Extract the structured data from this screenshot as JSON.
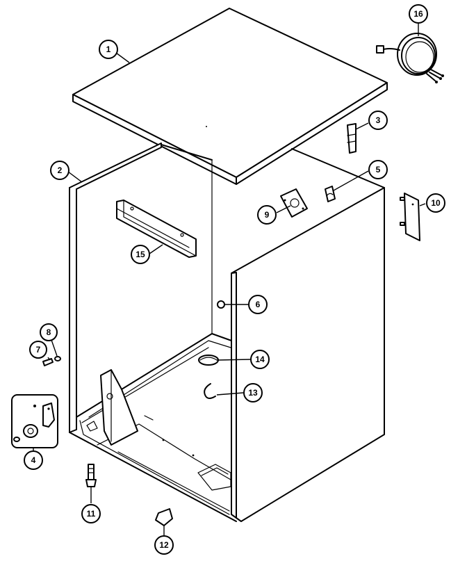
{
  "callouts": {
    "top_panel": "1",
    "cabinet": "2",
    "clip_3": "3",
    "leveling_leg_assembly": "4",
    "clip_5": "5",
    "plug_6": "6",
    "screw_7": "7",
    "washer_8": "8",
    "bracket_9": "9",
    "leg_11": "11",
    "clip_12": "12",
    "wire_13": "13",
    "cover_14": "14",
    "brace_15": "15",
    "cord_16": "16",
    "plate_10": "10"
  }
}
